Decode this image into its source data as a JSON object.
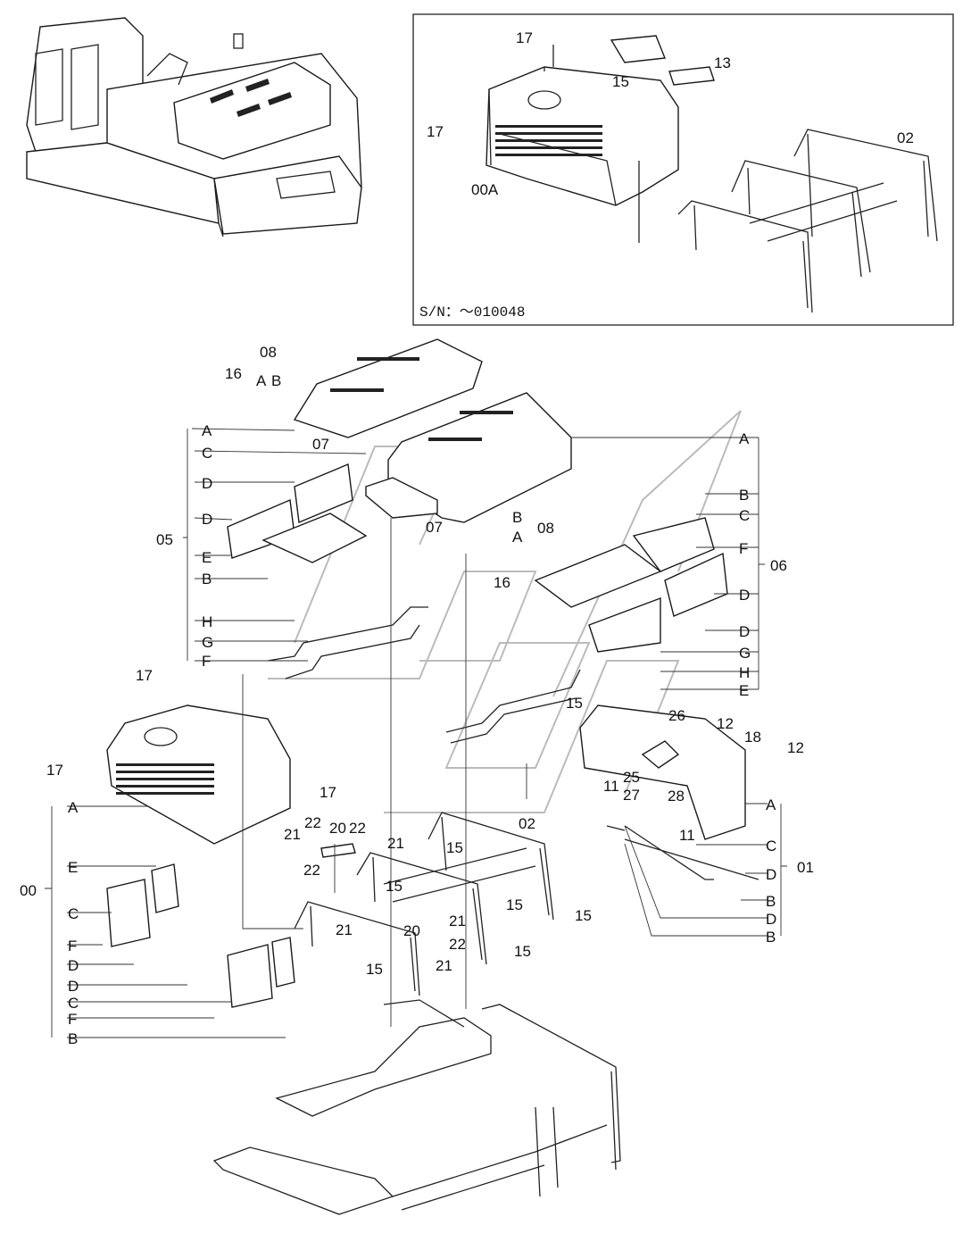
{
  "inset": {
    "serial_text": "S/N：～010048",
    "labels": [
      "17",
      "15",
      "13",
      "17",
      "00A",
      "02"
    ]
  },
  "callouts": {
    "top_left": [
      "16",
      "08",
      "A",
      "B",
      "07",
      "07",
      "B",
      "A",
      "08",
      "16"
    ],
    "group_05": {
      "code": "05",
      "letters": [
        "A",
        "C",
        "D",
        "D",
        "E",
        "B",
        "H",
        "G",
        "F"
      ]
    },
    "group_06": {
      "code": "06",
      "letters": [
        "A",
        "B",
        "C",
        "F",
        "D",
        "D",
        "G",
        "H",
        "E"
      ]
    },
    "group_00": {
      "code": "00",
      "letters": [
        "A",
        "E",
        "C",
        "F",
        "D",
        "D",
        "C",
        "F",
        "B"
      ]
    },
    "group_01": {
      "code": "01",
      "letters": [
        "A",
        "C",
        "D",
        "B",
        "D",
        "B"
      ]
    },
    "lower_numbers": [
      "17",
      "17",
      "17",
      "21",
      "22",
      "20",
      "22",
      "22",
      "21",
      "15",
      "02",
      "15",
      "21",
      "15",
      "15",
      "20",
      "21",
      "22",
      "21",
      "15",
      "15",
      "15",
      "26",
      "12",
      "18",
      "12",
      "11",
      "25",
      "28",
      "27",
      "11"
    ]
  }
}
